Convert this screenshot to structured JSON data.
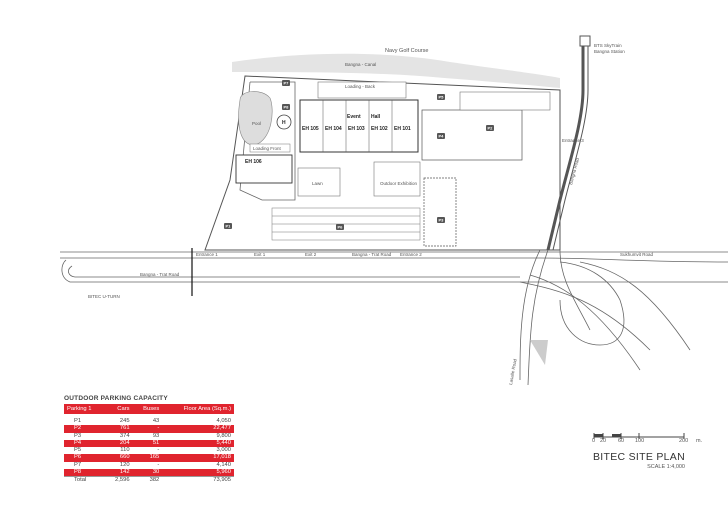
{
  "labels": {
    "navy_golf": "Navy Golf Course",
    "bangna_canal": "Bangna - Canal",
    "bts": "BTS SkyTrain",
    "bts2": "Bangna Station",
    "loading_back": "Loading - Back",
    "loading_front": "Loading Front",
    "pool": "Pool",
    "event": "Event",
    "hall": "Hall",
    "eh105": "EH 105",
    "eh104": "EH 104",
    "eh103": "EH 103",
    "eh102": "EH 102",
    "eh101": "EH 101",
    "eh106": "EH 106",
    "entrance1": "Entrance 1",
    "entrance2": "Entrance 2",
    "entrance3": "Entrance 3",
    "exit1": "Exit 1",
    "exit2": "Exit 2",
    "bangna_trat": "Bangna - Trat Road",
    "bangna_trat2": "Bangna - Trat Road",
    "sukhumvit": "Sukhumvit Road",
    "uturn": "BITEC U-TURN",
    "h_letter": "H",
    "lawn": "Lawn",
    "outdoor": "Outdoor Exhibition",
    "lasalle": "Lasalle Road",
    "bangna_road": "Bangna Road"
  },
  "parking_badges": [
    "P1",
    "P2",
    "P3",
    "P4",
    "P5",
    "P6",
    "P7",
    "P8"
  ],
  "table": {
    "title": "OUTDOOR PARKING CAPACITY",
    "headers": [
      "Parking 1",
      "Cars",
      "Buses",
      "Floor Area (Sq.m.)"
    ],
    "rows": [
      [
        "P1",
        "245",
        "43",
        "4,050"
      ],
      [
        "P2",
        "761",
        "-",
        "22,477"
      ],
      [
        "P3",
        "374",
        "93",
        "9,800"
      ],
      [
        "P4",
        "204",
        "51",
        "5,440"
      ],
      [
        "P5",
        "110",
        "-",
        "3,000"
      ],
      [
        "P6",
        "660",
        "165",
        "17,018"
      ],
      [
        "P7",
        "120",
        "-",
        "4,140"
      ],
      [
        "P8",
        "142",
        "30",
        "5,960"
      ]
    ],
    "total": [
      "Total",
      "2,596",
      "382",
      "73,905"
    ]
  },
  "scale": {
    "ticks": [
      "0",
      "20",
      "60",
      "100",
      "200"
    ],
    "unit": "m."
  },
  "title": "BITEC SITE PLAN",
  "subtitle": "SCALE 1:4,000",
  "colors": {
    "accent": "#e0242e",
    "line": "#555555",
    "fill_gray": "#d8d8d8"
  }
}
